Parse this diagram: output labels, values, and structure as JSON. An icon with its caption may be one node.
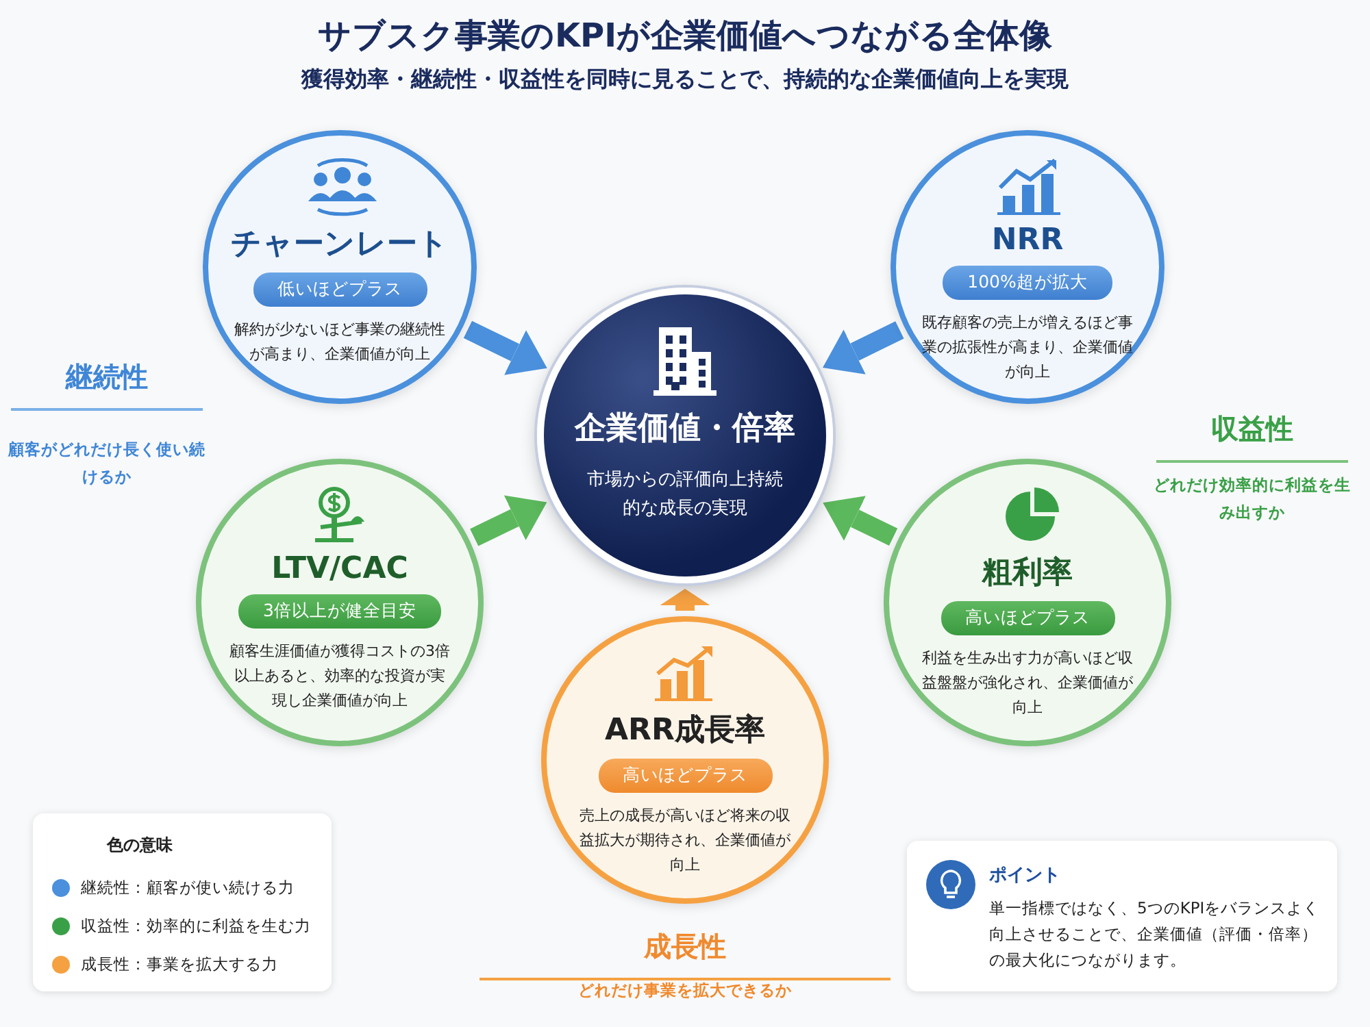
{
  "diagram": {
    "title": "サブスク事業のKPIが企業価値へつながる全体像",
    "nodes": [
      {
        "text": [
          "企業価値・倍率",
          "市場からの評価向上持続的な成長の実現"
        ]
      },
      {
        "text": [
          "チャーンレート",
          "低いほどプラス",
          "解約が少ないほど事業の継続性が高まり、企業価値が向上"
        ]
      },
      {
        "text": [
          "NRR",
          "100%超が拡大",
          "既存顧客の売上が増えるほど事業の拡張性が高まり、企業価値が向上"
        ]
      },
      {
        "text": [
          "LTV/CAC",
          "3倍以上が健全目安",
          "顧客生涯価値が獲得コストの3倍以上あると、効率的な投資が実現し企業価値が向上"
        ]
      },
      {
        "text": [
          "粗利率",
          "高いほどプラス",
          "利益を生み出す力が高いほど収益盤盤が強化され、企業価値が向上"
        ]
      },
      {
        "text": [
          "ARR成長率",
          "高いほどプラス",
          "売上の成長が高いほど将来の収益拡大が期待され、企業価値が向上"
        ]
      },
      {
        "text": [
          "ポイント",
          "単一指標ではなく、5つのKPIをバランスよく向上させることで、企業価値（評価・倍率）の最大化につながります。"
        ]
      }
    ],
    "edges": [
      {
        "from": 1,
        "to": 0,
        "arrow": "to",
        "color": "#4a90dc"
      },
      {
        "from": 2,
        "to": 0,
        "arrow": "to",
        "color": "#4a90dc"
      },
      {
        "from": 3,
        "to": 0,
        "arrow": "to",
        "color": "#5cb85c"
      },
      {
        "from": 4,
        "to": 0,
        "arrow": "to",
        "color": "#5cb85c"
      },
      {
        "from": 5,
        "to": 0,
        "arrow": "to",
        "color": "#f5a142"
      }
    ],
    "labels": [
      "獲得効率・継続性・収益性を同時に見ることで、持続的な企業価値向上を実現",
      "継続性",
      "顧客がどれだけ長く使い続けるか",
      "収益性",
      "どれだけ効率的に利益を生み出すか",
      "成長性",
      "どれだけ事業を拡大できるか",
      "色の意味"
    ],
    "legend": [
      {
        "text": "継続性：顧客が使い続ける力",
        "color": "#4a90dc"
      },
      {
        "text": "収益性：効率的に利益を生む力",
        "color": "#3aa047"
      },
      {
        "text": "成長性：事業を拡大する力",
        "color": "#f5a142"
      }
    ]
  }
}
